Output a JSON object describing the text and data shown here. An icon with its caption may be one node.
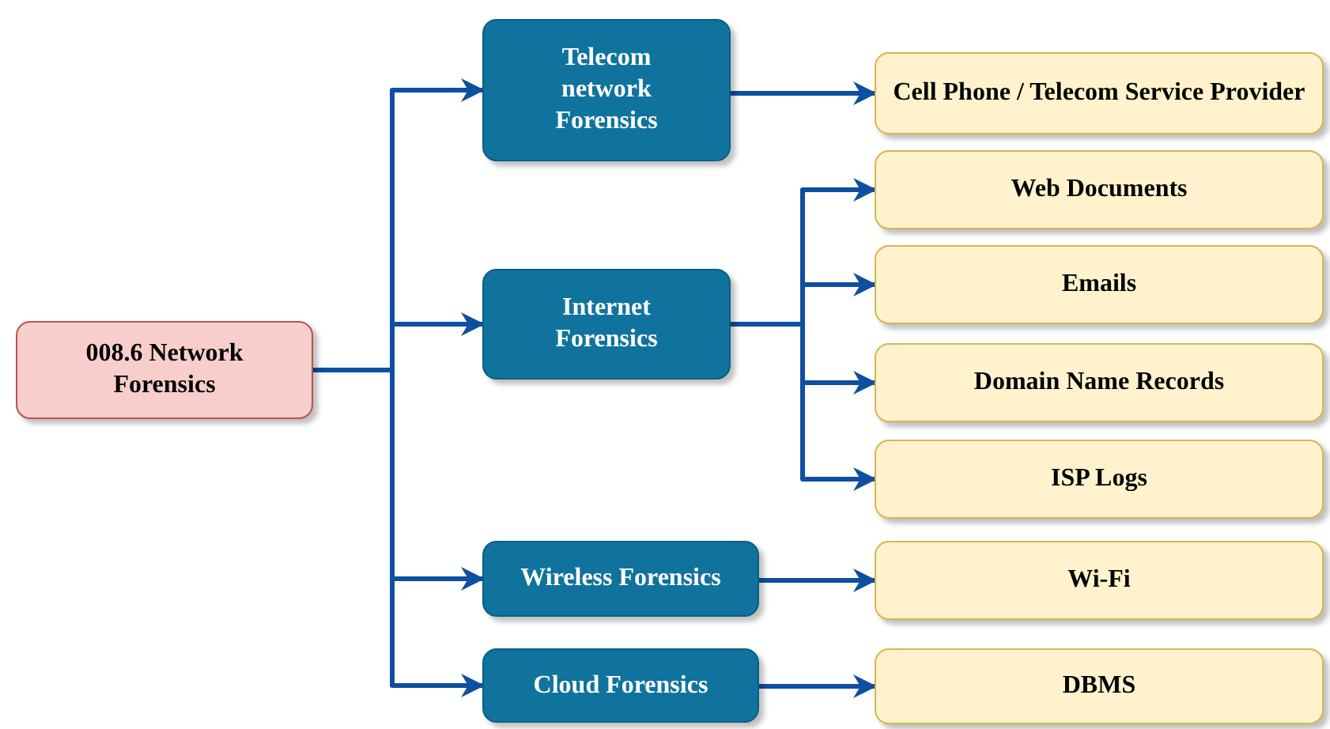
{
  "diagram": {
    "nodes": [
      {
        "text": [
          "008.6 Network Forensics"
        ]
      },
      {
        "text": [
          "Telecom network Forensics"
        ]
      },
      {
        "text": [
          "Internet Forensics"
        ]
      },
      {
        "text": [
          "Wireless Forensics"
        ]
      },
      {
        "text": [
          "Cloud Forensics"
        ]
      },
      {
        "text": [
          "Cell Phone / Telecom Service Provider"
        ]
      },
      {
        "text": [
          "Web Documents"
        ]
      },
      {
        "text": [
          "Emails"
        ]
      },
      {
        "text": [
          "Domain Name Records"
        ]
      },
      {
        "text": [
          "ISP Logs"
        ]
      },
      {
        "text": [
          "Wi-Fi"
        ]
      },
      {
        "text": [
          "DBMS"
        ]
      }
    ],
    "edges": [
      {
        "from": 0,
        "to": 1,
        "arrow": "to"
      },
      {
        "from": 0,
        "to": 2,
        "arrow": "to"
      },
      {
        "from": 0,
        "to": 3,
        "arrow": "to"
      },
      {
        "from": 0,
        "to": 4,
        "arrow": "to"
      },
      {
        "from": 1,
        "to": 5,
        "arrow": "to"
      },
      {
        "from": 2,
        "to": 6,
        "arrow": "to"
      },
      {
        "from": 2,
        "to": 7,
        "arrow": "to"
      },
      {
        "from": 2,
        "to": 8,
        "arrow": "to"
      },
      {
        "from": 2,
        "to": 9,
        "arrow": "to"
      },
      {
        "from": 3,
        "to": 10,
        "arrow": "to"
      },
      {
        "from": 4,
        "to": 11,
        "arrow": "to"
      }
    ]
  }
}
